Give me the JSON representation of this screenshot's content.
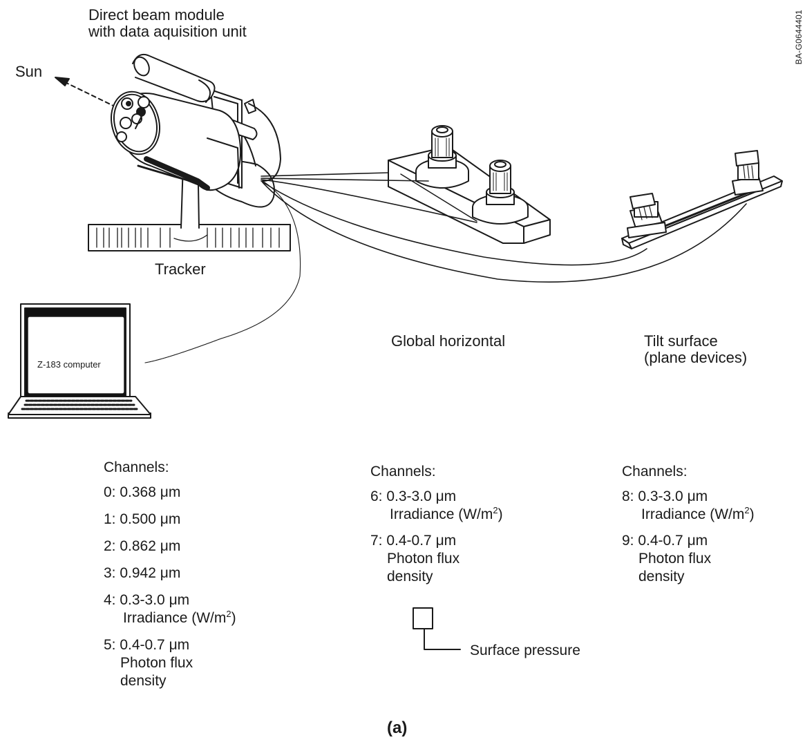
{
  "labels": {
    "direct_beam_line1": "Direct beam module",
    "direct_beam_line2": "with data aquisition unit",
    "sun": "Sun",
    "tracker": "Tracker",
    "computer": "Z-183 computer",
    "global_horizontal": "Global horizontal",
    "tilt_surface_line1": "Tilt surface",
    "tilt_surface_line2": "(plane devices)",
    "figure_id": "BA-G0644401",
    "surface_pressure": "Surface pressure",
    "caption": "(a)"
  },
  "channel_groups": [
    {
      "heading": "Channels:",
      "items": [
        {
          "num": "0:",
          "value": "0.368 μm"
        },
        {
          "num": "1:",
          "value": "0.500 μm"
        },
        {
          "num": "2:",
          "value": "0.862 μm"
        },
        {
          "num": "3:",
          "value": "0.942 μm"
        },
        {
          "num": "4:",
          "value": "0.3-3.0 μm",
          "line2": "Irradiance (W/m",
          "sup": "2",
          "tail": ")"
        },
        {
          "num": "5:",
          "value": "0.4-0.7 μm",
          "line2": "Photon flux",
          "line3": "density"
        }
      ]
    },
    {
      "heading": "Channels:",
      "items": [
        {
          "num": "6:",
          "value": "0.3-3.0 μm",
          "line2": "Irradiance (W/m",
          "sup": "2",
          "tail": ")"
        },
        {
          "num": "7:",
          "value": "0.4-0.7 μm",
          "line2": "Photon flux",
          "line3": "density"
        }
      ]
    },
    {
      "heading": "Channels:",
      "items": [
        {
          "num": "8:",
          "value": "0.3-3.0 μm",
          "line2": "Irradiance (W/m",
          "sup": "2",
          "tail": ")"
        },
        {
          "num": "9:",
          "value": "0.4-0.7 μm",
          "line2": "Photon flux",
          "line3": "density"
        }
      ]
    }
  ]
}
